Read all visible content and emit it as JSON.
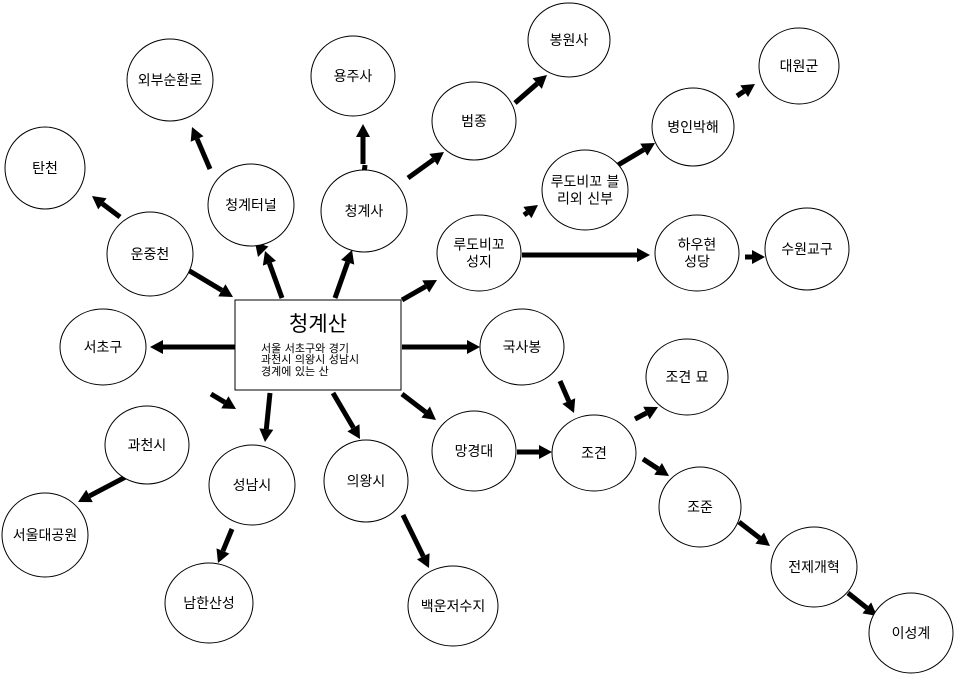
{
  "center": {
    "title": "청계산",
    "description": [
      "서울 서초구와 경기",
      "과천시 의왕시 성남시",
      "경계에 있는 산"
    ]
  },
  "nodes": {
    "oebusunhwanro": [
      "외부순환로"
    ],
    "yongjusa": [
      "용주사"
    ],
    "bongwonsa": [
      "봉원사"
    ],
    "beomjong": [
      "범종"
    ],
    "daewongun": [
      "대원군"
    ],
    "byeonginbakhae": [
      "병인박해"
    ],
    "tancheon": [
      "탄천"
    ],
    "cheonggyetunnel": [
      "청계터널"
    ],
    "cheonggyesa": [
      "청계사"
    ],
    "rudobikko_buri": [
      "루도비꼬 블",
      "리외 신부"
    ],
    "unjungcheon": [
      "운중천"
    ],
    "rudobikko_seongji": [
      "루도비꼬",
      "성지"
    ],
    "hauhyeon": [
      "하우현",
      "성당"
    ],
    "suwongyogu": [
      "수원교구"
    ],
    "seocho": [
      "서초구"
    ],
    "guksabong": [
      "국사봉"
    ],
    "jogyeon_myo": [
      "조견 묘"
    ],
    "gwacheon": [
      "과천시"
    ],
    "manggyeongdae": [
      "망경대"
    ],
    "jogyeon": [
      "조견"
    ],
    "seongnam": [
      "성남시"
    ],
    "uiwang": [
      "의왕시"
    ],
    "jojun": [
      "조준"
    ],
    "seoulpark": [
      "서울대공원"
    ],
    "jeonjegaehyeok": [
      "전제개혁"
    ],
    "namhansanseong": [
      "남한산성"
    ],
    "baegun": [
      "백운저수지"
    ],
    "iseonggye": [
      "이성계"
    ]
  }
}
